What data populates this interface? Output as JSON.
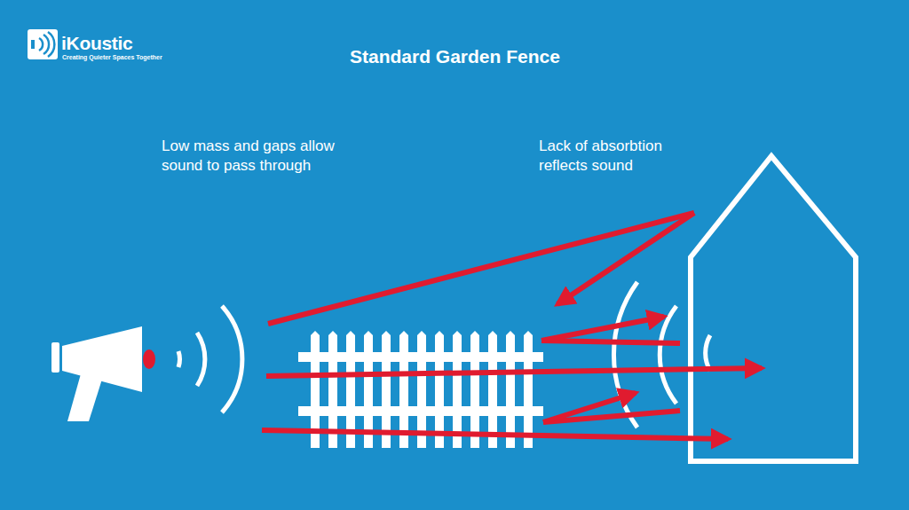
{
  "diagram": {
    "title": "Standard Garden Fence",
    "labels": [
      "iKoustic",
      "Creating Quieter Spaces Together",
      "Low mass and gaps allow sound to pass through",
      "Lack of absorbtion reflects sound"
    ]
  }
}
